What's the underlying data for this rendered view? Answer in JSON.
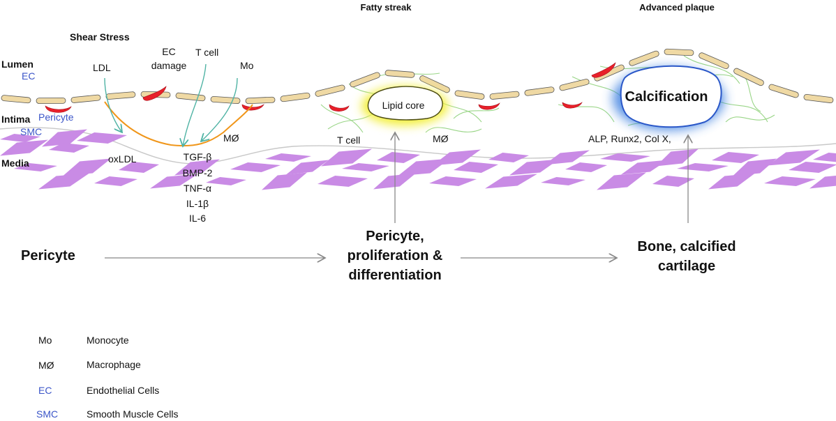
{
  "colors": {
    "endothelial_cell": "#efd9a4",
    "smc": "#c98be5",
    "pericyte": "#e8202a",
    "fiber": "#8fd17a",
    "arrow_teal": "#4fb3a4",
    "macrophage_arc": "#f0961a",
    "lipid_glow": "#f3ef3a",
    "calc_glow": "#3b7fe0",
    "label_blue": "#3b55c8"
  },
  "stages": {
    "fatty_streak": "Fatty streak",
    "advanced_plaque": "Advanced plaque"
  },
  "layers": {
    "lumen": "Lumen",
    "ec": "EC",
    "intima": "Intima",
    "smc": "SMC",
    "media": "Media"
  },
  "early_lesion": {
    "shear_stress": "Shear Stress",
    "ldl": "LDL",
    "ec_damage_line1": "EC",
    "ec_damage_line2": "damage",
    "t_cell": "T cell",
    "mo": "Mo",
    "pericyte": "Pericyte",
    "oxldl": "oxLDL",
    "macrophage": "MØ",
    "cytokines": [
      "TGF-β",
      "BMP-2",
      "TNF-α",
      "IL-1β",
      "IL-6"
    ]
  },
  "fatty_streak": {
    "lipid_core": "Lipid core",
    "t_cell": "T cell",
    "macrophage": "MØ"
  },
  "advanced_plaque": {
    "calcification": "Calcification",
    "markers": "ALP, Runx2, Col X,"
  },
  "progression": {
    "step1": "Pericyte",
    "step2_line1": "Pericyte,",
    "step2_line2": "proliferation &",
    "step2_line3": "differentiation",
    "step3_line1": "Bone, calcified",
    "step3_line2": "cartilage"
  },
  "legend": [
    {
      "abbr": "Mo",
      "full": "Monocyte",
      "abbr_color": "#111111"
    },
    {
      "abbr": "MØ",
      "full": "Macrophage",
      "abbr_color": "#111111"
    },
    {
      "abbr": "EC",
      "full": "Endothelial Cells",
      "abbr_color": "#3b55c8"
    },
    {
      "abbr": "SMC",
      "full": "Smooth Muscle Cells",
      "abbr_color": "#3b55c8"
    }
  ]
}
